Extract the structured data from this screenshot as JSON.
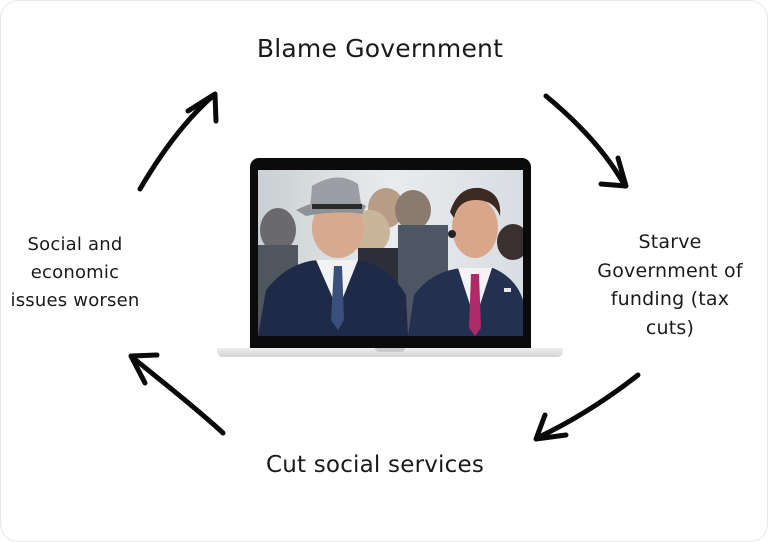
{
  "diagram": {
    "type": "cycle",
    "nodes": [
      {
        "id": "top",
        "lines": [
          "Blame Government"
        ]
      },
      {
        "id": "right",
        "lines": [
          "Starve",
          "Government of",
          "funding (tax",
          "cuts)"
        ]
      },
      {
        "id": "bottom",
        "lines": [
          "Cut social services"
        ]
      },
      {
        "id": "left",
        "lines": [
          "Social and",
          "economic",
          "issues worsen"
        ]
      }
    ],
    "edges": [
      {
        "from": "top",
        "to": "right",
        "icon": "arrow-down-right-icon"
      },
      {
        "from": "right",
        "to": "bottom",
        "icon": "arrow-down-left-icon"
      },
      {
        "from": "bottom",
        "to": "left",
        "icon": "arrow-up-left-icon"
      },
      {
        "from": "left",
        "to": "top",
        "icon": "arrow-up-right-icon"
      }
    ],
    "center_image": {
      "type": "laptop-mockup",
      "content": "photo of two men in suits seated in a crowd; one wearing a grey fedora and blue tie, the other with a magenta tie and earpiece"
    }
  },
  "colors": {
    "text": "#1a1a1a",
    "arrow": "#0a0a0a",
    "laptop_bezel": "#0b0b0b",
    "laptop_base": "#e2e2e2",
    "background": "#ffffff"
  }
}
